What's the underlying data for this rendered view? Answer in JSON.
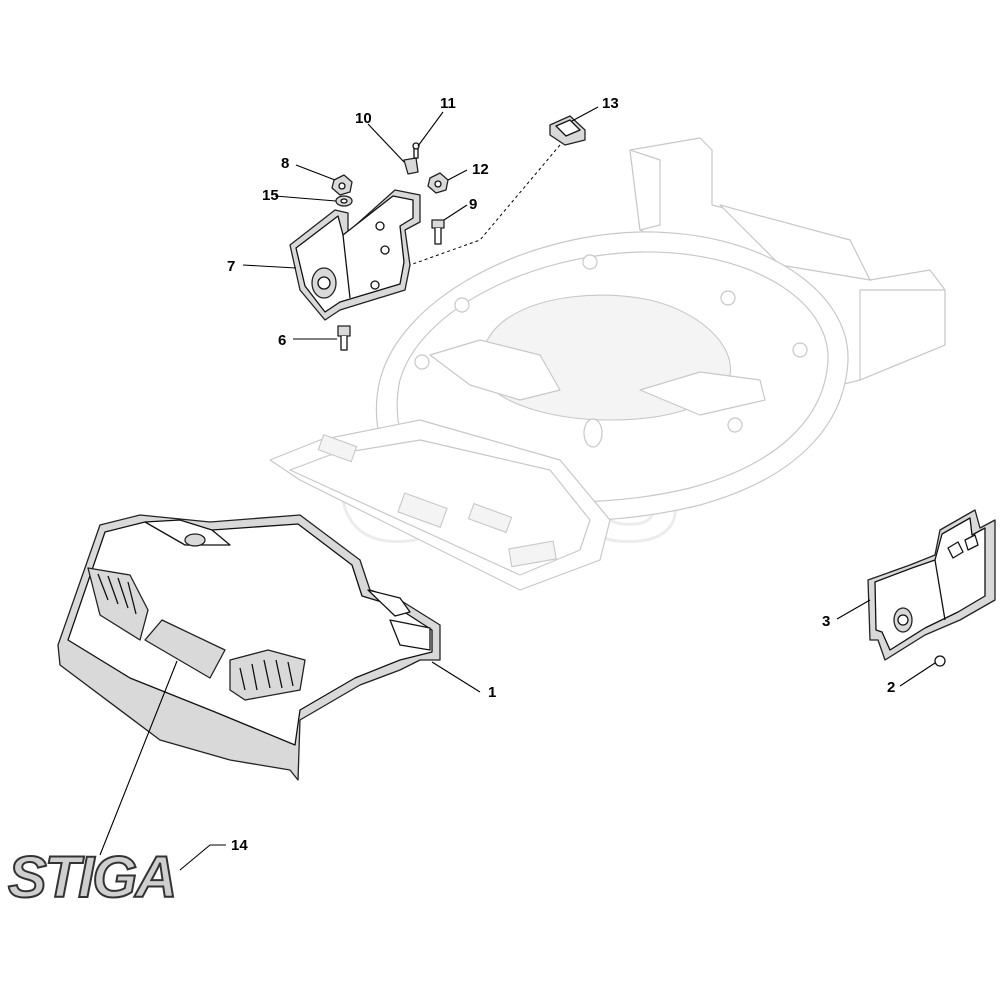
{
  "diagram": {
    "callouts": [
      {
        "id": "1",
        "label": "1"
      },
      {
        "id": "2",
        "label": "2"
      },
      {
        "id": "3",
        "label": "3"
      },
      {
        "id": "6",
        "label": "6"
      },
      {
        "id": "7",
        "label": "7"
      },
      {
        "id": "8",
        "label": "8"
      },
      {
        "id": "9",
        "label": "9"
      },
      {
        "id": "10",
        "label": "10"
      },
      {
        "id": "11",
        "label": "11"
      },
      {
        "id": "12",
        "label": "12"
      },
      {
        "id": "13",
        "label": "13"
      },
      {
        "id": "14",
        "label": "14"
      },
      {
        "id": "15",
        "label": "15"
      }
    ],
    "logo": {
      "text": "STIGA"
    },
    "watermark": {
      "text": "GHS"
    }
  }
}
